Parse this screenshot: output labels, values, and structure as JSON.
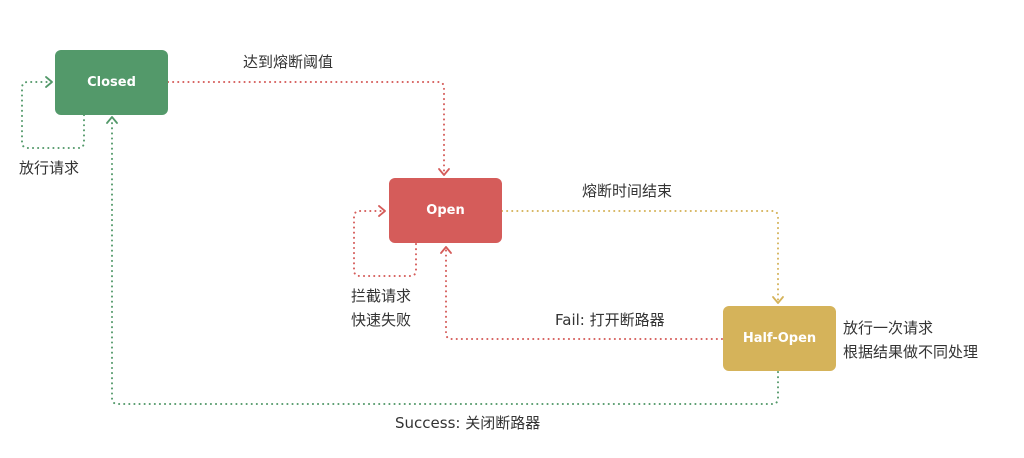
{
  "diagram": {
    "type": "state-machine",
    "title": "Circuit Breaker",
    "colors": {
      "closed": "#53996a",
      "open": "#d55c5a",
      "half_open": "#d5b35a",
      "text": "#333333"
    },
    "nodes": {
      "closed": {
        "label": "Closed"
      },
      "open": {
        "label": "Open"
      },
      "half_open": {
        "label": "Half-Open"
      }
    },
    "edges": {
      "closed_self": {
        "label": "放行请求"
      },
      "closed_to_open": {
        "label": "达到熔断阈值"
      },
      "open_self": {
        "label_line1": "拦截请求",
        "label_line2": "快速失败"
      },
      "open_to_half_open": {
        "label": "熔断时间结束"
      },
      "half_open_to_open": {
        "label": "Fail: 打开断路器"
      },
      "half_open_to_closed": {
        "label": "Success: 关闭断路器"
      }
    },
    "notes": {
      "half_open_line1": "放行一次请求",
      "half_open_line2": "根据结果做不同处理"
    }
  }
}
